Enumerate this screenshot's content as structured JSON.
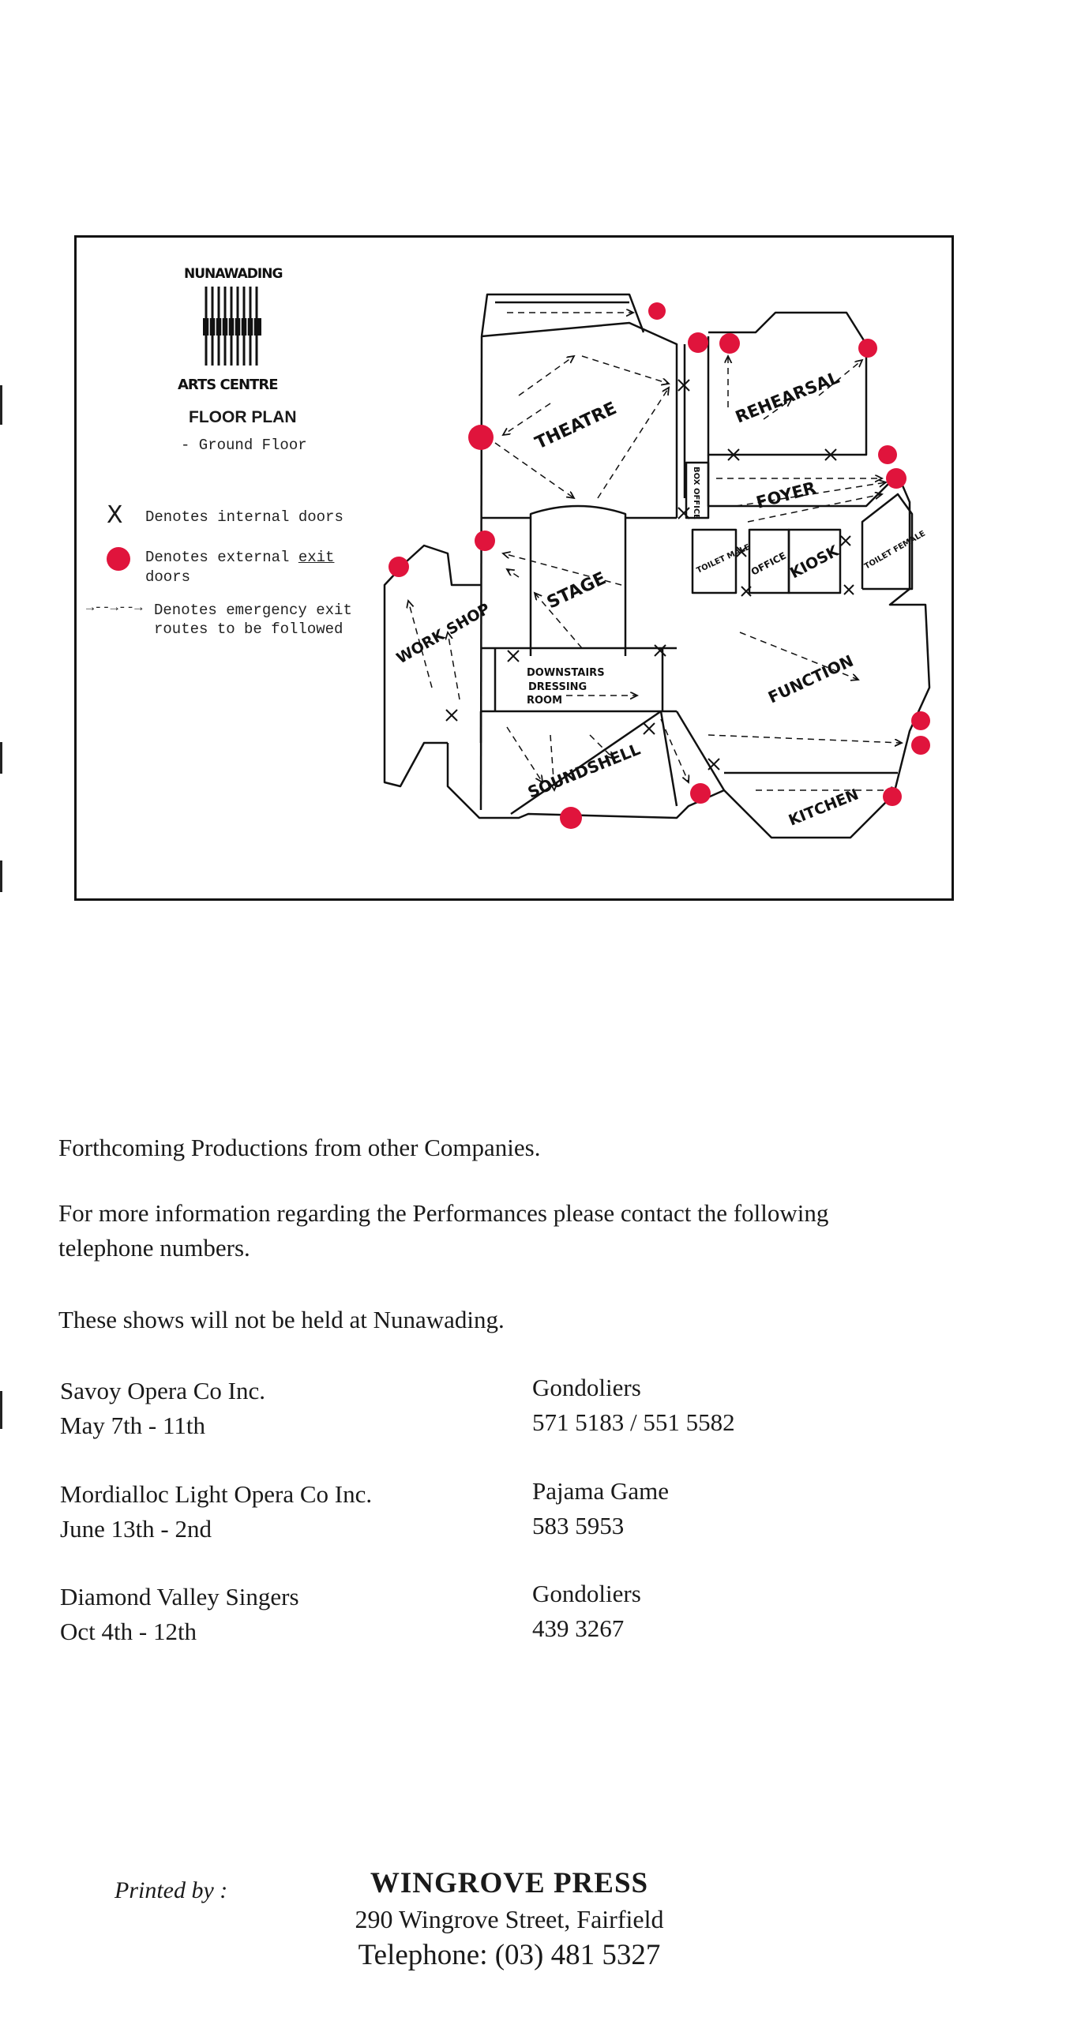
{
  "legend": {
    "logo_top": "NUNAWADING",
    "logo_bottom": "ARTS CENTRE",
    "plan_title": "FLOOR PLAN",
    "plan_subtitle": "- Ground Floor",
    "internal_symbol": "X",
    "internal_doors": "Denotes internal doors",
    "external_line1_pre": "Denotes external ",
    "external_line1_underlined": "exit",
    "external_line2": "doors",
    "emergency_symbol": "→--→--→",
    "emergency_line1": "Denotes emergency exit",
    "emergency_line2": "routes to be followed",
    "exit_dot_color": "#e0143c"
  },
  "rooms": {
    "theatre": "THEATRE",
    "rehearsal": "REHEARSAL",
    "box_office": "BOX OFFICE",
    "foyer": "FOYER",
    "toilet_male": "TOILET MALE",
    "office": "OFFICE",
    "kiosk": "KIOSK",
    "toilet_female": "TOILET FEMALE",
    "stage": "STAGE",
    "workshop": "WORK SHOP",
    "downstairs_dressing_room_1": "DOWNSTAIRS",
    "downstairs_dressing_room_2": "DRESSING",
    "downstairs_dressing_room_3": "ROOM",
    "function": "FUNCTION",
    "soundshell": "SOUNDSHELL",
    "kitchen": "KITCHEN"
  },
  "info": {
    "heading": "Forthcoming Productions from other Companies.",
    "contact_line1": "For more information regarding the Performances please contact the following",
    "contact_line2": "telephone numbers.",
    "notice": "These shows will not be held at Nunawading."
  },
  "productions": [
    {
      "company": "Savoy Opera Co Inc.",
      "dates": "May 7th - 11th",
      "show": "Gondoliers",
      "phone": "571 5183 / 551 5582"
    },
    {
      "company": "Mordialloc Light Opera Co Inc.",
      "dates": "June 13th - 2nd",
      "show": "Pajama Game",
      "phone": "583 5953"
    },
    {
      "company": "Diamond Valley Singers",
      "dates": "Oct 4th - 12th",
      "show": "Gondoliers",
      "phone": "439 3267"
    }
  ],
  "printer": {
    "label": "Printed by :",
    "name": "WINGROVE PRESS",
    "address": "290 Wingrove Street, Fairfield",
    "telephone": "Telephone: (03) 481 5327"
  }
}
